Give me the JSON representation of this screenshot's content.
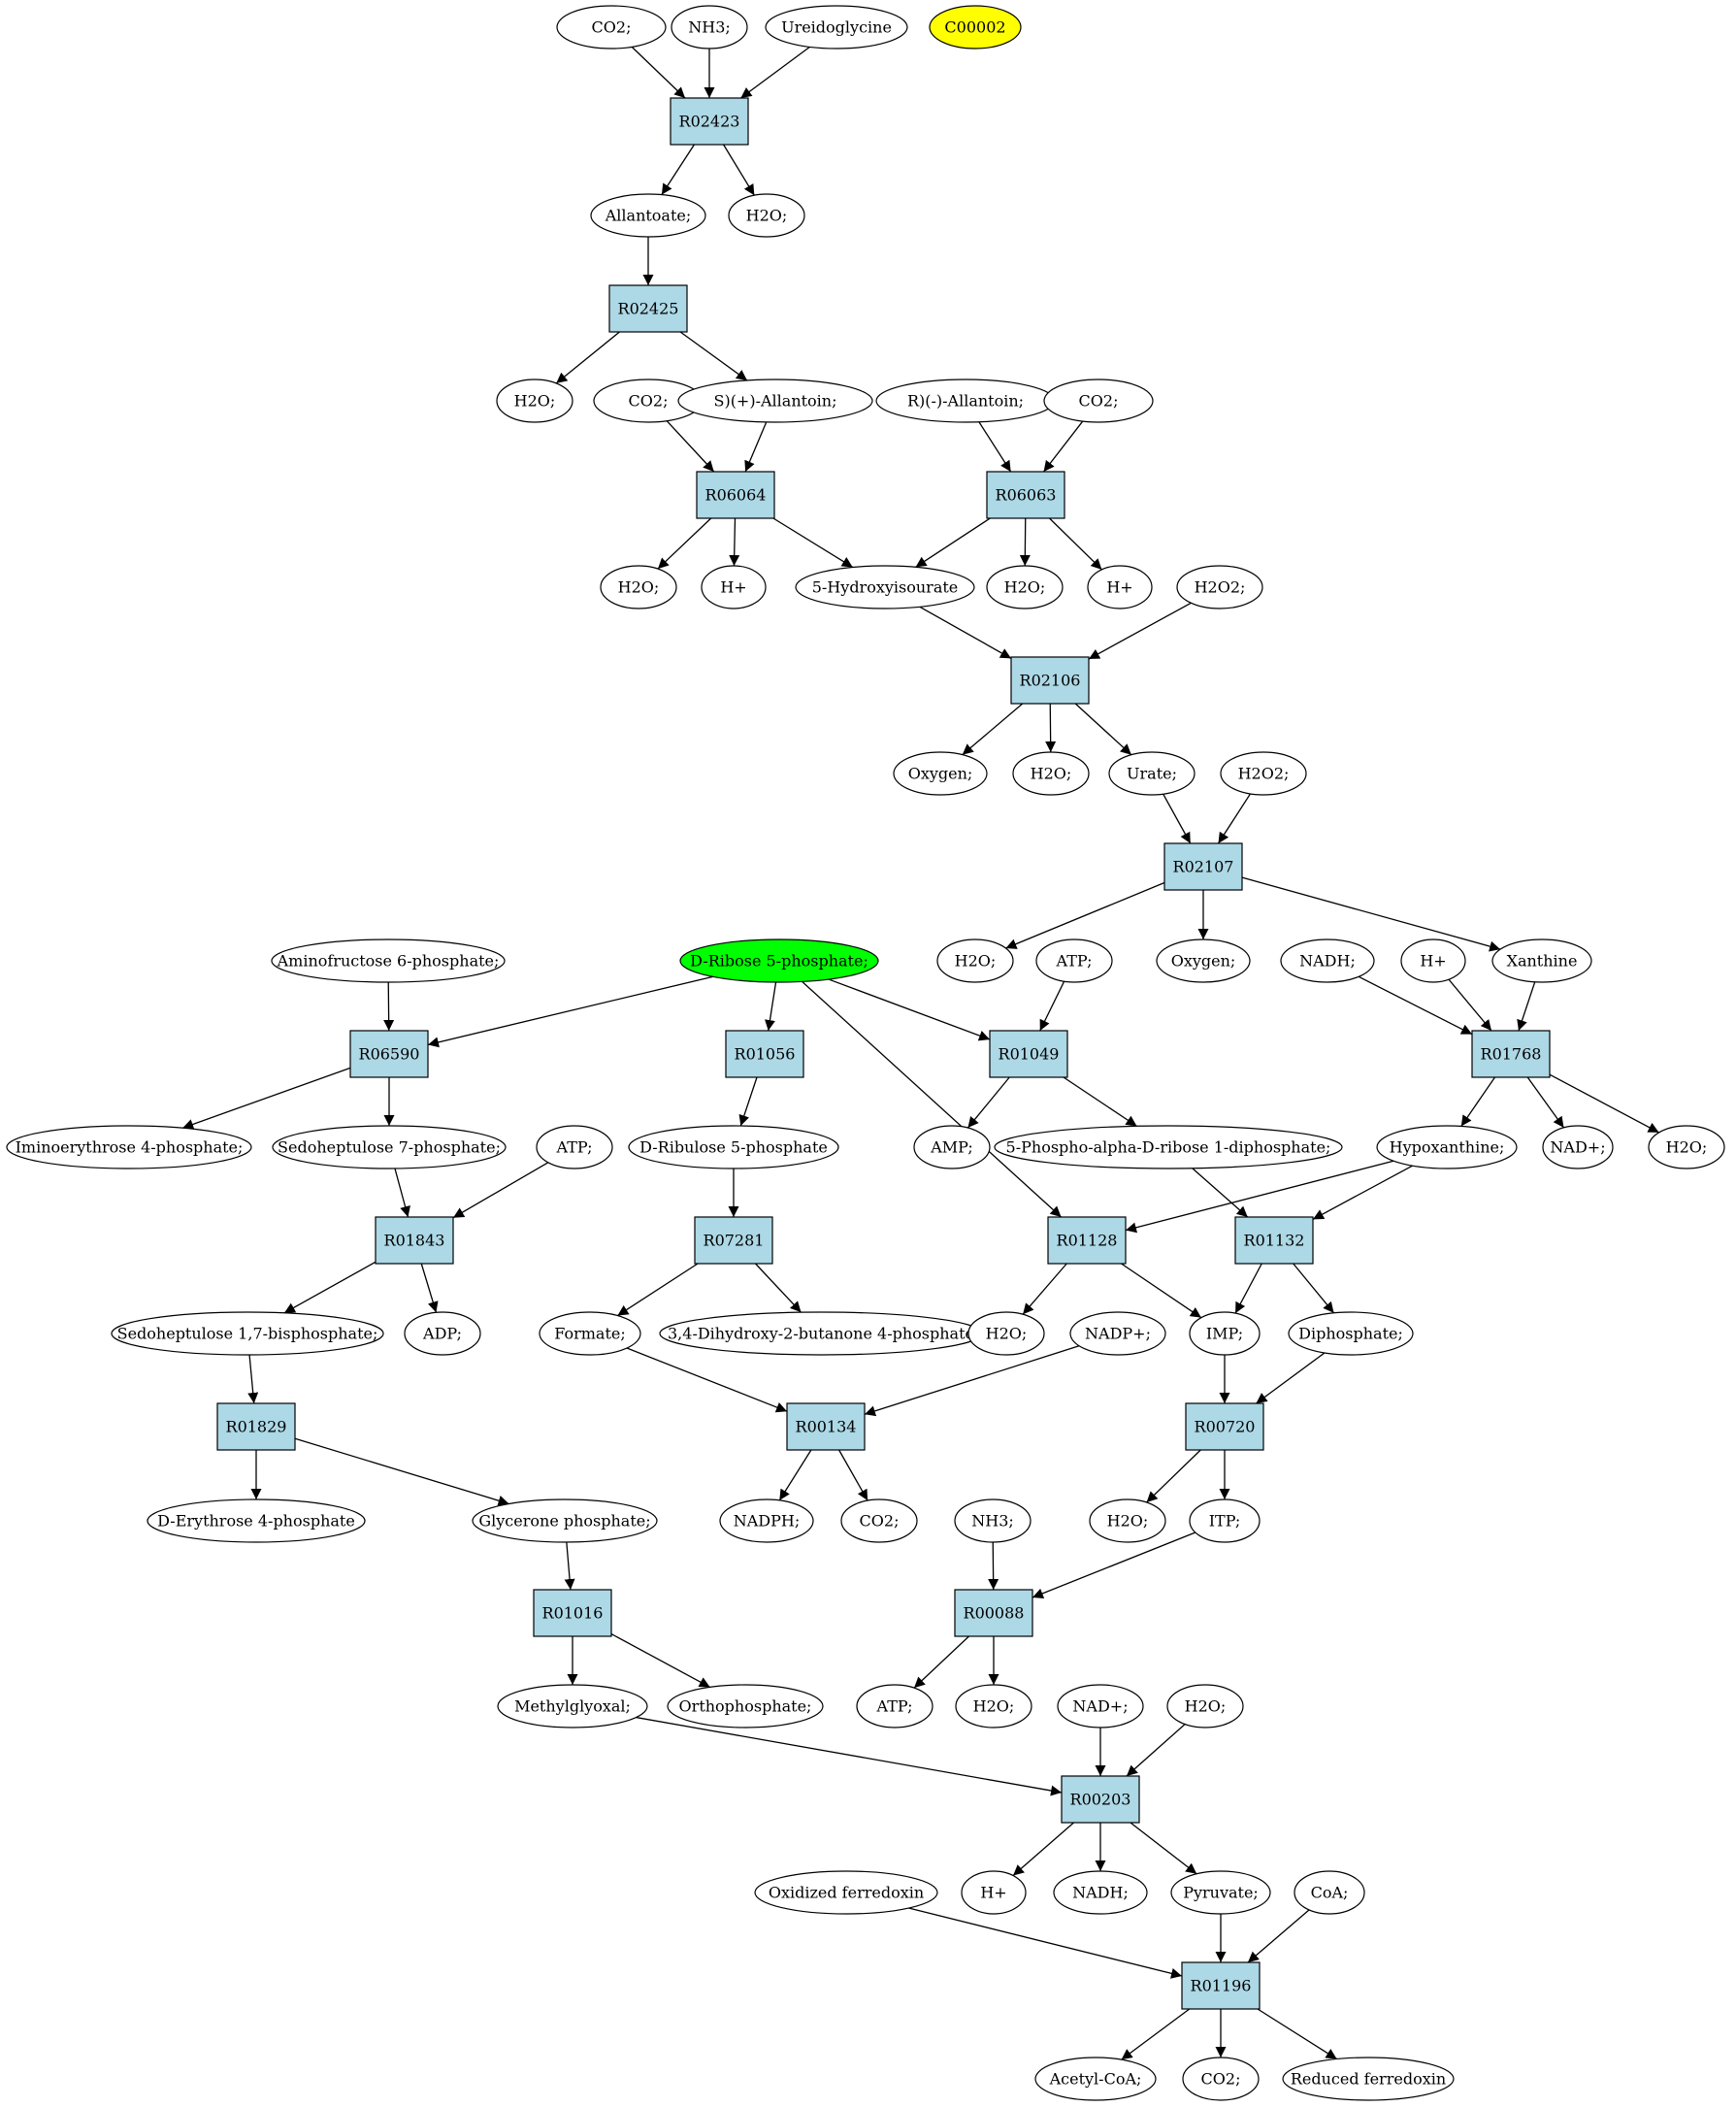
{
  "colors": {
    "reaction_fill": "#add8e6",
    "compound_fill": "#ffffff",
    "highlight_yellow": "#ffff00",
    "highlight_green": "#00ff00"
  },
  "nodes": [
    {
      "id": "n_co2_a",
      "label": "CO2;",
      "shape": "ellipse",
      "fill": "#ffffff"
    },
    {
      "id": "n_nh3_a",
      "label": "NH3;",
      "shape": "ellipse",
      "fill": "#ffffff"
    },
    {
      "id": "n_ureido",
      "label": "Ureidoglycine",
      "shape": "ellipse",
      "fill": "#ffffff"
    },
    {
      "id": "n_c00002",
      "label": "C00002",
      "shape": "ellipse",
      "fill": "#ffff00"
    },
    {
      "id": "R02423",
      "label": "R02423",
      "shape": "box"
    },
    {
      "id": "n_allantoate",
      "label": "Allantoate;",
      "shape": "ellipse",
      "fill": "#ffffff"
    },
    {
      "id": "n_h2o_a",
      "label": "H2O;",
      "shape": "ellipse",
      "fill": "#ffffff"
    },
    {
      "id": "R02425",
      "label": "R02425",
      "shape": "box"
    },
    {
      "id": "n_h2o_b",
      "label": "H2O;",
      "shape": "ellipse",
      "fill": "#ffffff"
    },
    {
      "id": "n_co2_b",
      "label": "CO2;",
      "shape": "ellipse",
      "fill": "#ffffff"
    },
    {
      "id": "n_sallantoin",
      "label": "S)(+)-Allantoin;",
      "shape": "ellipse",
      "fill": "#ffffff"
    },
    {
      "id": "n_rallantoin",
      "label": "R)(-)-Allantoin;",
      "shape": "ellipse",
      "fill": "#ffffff"
    },
    {
      "id": "n_co2_c",
      "label": "CO2;",
      "shape": "ellipse",
      "fill": "#ffffff"
    },
    {
      "id": "R06064",
      "label": "R06064",
      "shape": "box"
    },
    {
      "id": "R06063",
      "label": "R06063",
      "shape": "box"
    },
    {
      "id": "n_h2o_c",
      "label": "H2O;",
      "shape": "ellipse",
      "fill": "#ffffff"
    },
    {
      "id": "n_hplus_a",
      "label": "H+",
      "shape": "ellipse",
      "fill": "#ffffff"
    },
    {
      "id": "n_5hydroxy",
      "label": "5-Hydroxyisourate",
      "shape": "ellipse",
      "fill": "#ffffff"
    },
    {
      "id": "n_h2o_d",
      "label": "H2O;",
      "shape": "ellipse",
      "fill": "#ffffff"
    },
    {
      "id": "n_hplus_b",
      "label": "H+",
      "shape": "ellipse",
      "fill": "#ffffff"
    },
    {
      "id": "n_h2o2_a",
      "label": "H2O2;",
      "shape": "ellipse",
      "fill": "#ffffff"
    },
    {
      "id": "R02106",
      "label": "R02106",
      "shape": "box"
    },
    {
      "id": "n_oxygen_a",
      "label": "Oxygen;",
      "shape": "ellipse",
      "fill": "#ffffff"
    },
    {
      "id": "n_h2o_e",
      "label": "H2O;",
      "shape": "ellipse",
      "fill": "#ffffff"
    },
    {
      "id": "n_urate",
      "label": "Urate;",
      "shape": "ellipse",
      "fill": "#ffffff"
    },
    {
      "id": "n_h2o2_b",
      "label": "H2O2;",
      "shape": "ellipse",
      "fill": "#ffffff"
    },
    {
      "id": "R02107",
      "label": "R02107",
      "shape": "box"
    },
    {
      "id": "n_aminofructose",
      "label": "Aminofructose 6-phosphate;",
      "shape": "ellipse",
      "fill": "#ffffff"
    },
    {
      "id": "n_dribose5p",
      "label": "D-Ribose 5-phosphate;",
      "shape": "ellipse",
      "fill": "#00ff00"
    },
    {
      "id": "n_h2o_f",
      "label": "H2O;",
      "shape": "ellipse",
      "fill": "#ffffff"
    },
    {
      "id": "n_atp_a",
      "label": "ATP;",
      "shape": "ellipse",
      "fill": "#ffffff"
    },
    {
      "id": "n_oxygen_b",
      "label": "Oxygen;",
      "shape": "ellipse",
      "fill": "#ffffff"
    },
    {
      "id": "n_nadh_a",
      "label": "NADH;",
      "shape": "ellipse",
      "fill": "#ffffff"
    },
    {
      "id": "n_hplus_c",
      "label": "H+",
      "shape": "ellipse",
      "fill": "#ffffff"
    },
    {
      "id": "n_xanthine",
      "label": "Xanthine",
      "shape": "ellipse",
      "fill": "#ffffff"
    },
    {
      "id": "R06590",
      "label": "R06590",
      "shape": "box"
    },
    {
      "id": "R01056",
      "label": "R01056",
      "shape": "box"
    },
    {
      "id": "R01049",
      "label": "R01049",
      "shape": "box"
    },
    {
      "id": "R01768",
      "label": "R01768",
      "shape": "box"
    },
    {
      "id": "n_iminoerythrose",
      "label": "Iminoerythrose 4-phosphate;",
      "shape": "ellipse",
      "fill": "#ffffff"
    },
    {
      "id": "n_sedo7p",
      "label": "Sedoheptulose 7-phosphate;",
      "shape": "ellipse",
      "fill": "#ffffff"
    },
    {
      "id": "n_atp_b",
      "label": "ATP;",
      "shape": "ellipse",
      "fill": "#ffffff"
    },
    {
      "id": "n_dribulose5p",
      "label": "D-Ribulose 5-phosphate",
      "shape": "ellipse",
      "fill": "#ffffff"
    },
    {
      "id": "n_amp",
      "label": "AMP;",
      "shape": "ellipse",
      "fill": "#ffffff"
    },
    {
      "id": "n_prpp",
      "label": "5-Phospho-alpha-D-ribose 1-diphosphate;",
      "shape": "ellipse",
      "fill": "#ffffff"
    },
    {
      "id": "n_hypoxanthine",
      "label": "Hypoxanthine;",
      "shape": "ellipse",
      "fill": "#ffffff"
    },
    {
      "id": "n_nadplus_a",
      "label": "NAD+;",
      "shape": "ellipse",
      "fill": "#ffffff"
    },
    {
      "id": "n_h2o_g",
      "label": "H2O;",
      "shape": "ellipse",
      "fill": "#ffffff"
    },
    {
      "id": "R01843",
      "label": "R01843",
      "shape": "box"
    },
    {
      "id": "R07281",
      "label": "R07281",
      "shape": "box"
    },
    {
      "id": "R01128",
      "label": "R01128",
      "shape": "box"
    },
    {
      "id": "R01132",
      "label": "R01132",
      "shape": "box"
    },
    {
      "id": "n_sedo17bp",
      "label": "Sedoheptulose 1,7-bisphosphate;",
      "shape": "ellipse",
      "fill": "#ffffff"
    },
    {
      "id": "n_adp",
      "label": "ADP;",
      "shape": "ellipse",
      "fill": "#ffffff"
    },
    {
      "id": "n_formate",
      "label": "Formate;",
      "shape": "ellipse",
      "fill": "#ffffff"
    },
    {
      "id": "n_dhbp",
      "label": "3,4-Dihydroxy-2-butanone 4-phosphate",
      "shape": "ellipse",
      "fill": "#ffffff"
    },
    {
      "id": "n_h2o_h",
      "label": "H2O;",
      "shape": "ellipse",
      "fill": "#ffffff"
    },
    {
      "id": "n_nadpplus",
      "label": "NADP+;",
      "shape": "ellipse",
      "fill": "#ffffff"
    },
    {
      "id": "n_imp",
      "label": "IMP;",
      "shape": "ellipse",
      "fill": "#ffffff"
    },
    {
      "id": "n_diphosphate",
      "label": "Diphosphate;",
      "shape": "ellipse",
      "fill": "#ffffff"
    },
    {
      "id": "R01829",
      "label": "R01829",
      "shape": "box"
    },
    {
      "id": "R00134",
      "label": "R00134",
      "shape": "box"
    },
    {
      "id": "R00720",
      "label": "R00720",
      "shape": "box"
    },
    {
      "id": "n_derythrose4p",
      "label": "D-Erythrose 4-phosphate",
      "shape": "ellipse",
      "fill": "#ffffff"
    },
    {
      "id": "n_glycerone",
      "label": "Glycerone phosphate;",
      "shape": "ellipse",
      "fill": "#ffffff"
    },
    {
      "id": "n_nadph",
      "label": "NADPH;",
      "shape": "ellipse",
      "fill": "#ffffff"
    },
    {
      "id": "n_co2_d",
      "label": "CO2;",
      "shape": "ellipse",
      "fill": "#ffffff"
    },
    {
      "id": "n_nh3_b",
      "label": "NH3;",
      "shape": "ellipse",
      "fill": "#ffffff"
    },
    {
      "id": "n_h2o_i",
      "label": "H2O;",
      "shape": "ellipse",
      "fill": "#ffffff"
    },
    {
      "id": "n_itp",
      "label": "ITP;",
      "shape": "ellipse",
      "fill": "#ffffff"
    },
    {
      "id": "R01016",
      "label": "R01016",
      "shape": "box"
    },
    {
      "id": "R00088",
      "label": "R00088",
      "shape": "box"
    },
    {
      "id": "n_methylglyoxal",
      "label": "Methylglyoxal;",
      "shape": "ellipse",
      "fill": "#ffffff"
    },
    {
      "id": "n_orthophosphate",
      "label": "Orthophosphate;",
      "shape": "ellipse",
      "fill": "#ffffff"
    },
    {
      "id": "n_atp_c",
      "label": "ATP;",
      "shape": "ellipse",
      "fill": "#ffffff"
    },
    {
      "id": "n_h2o_j",
      "label": "H2O;",
      "shape": "ellipse",
      "fill": "#ffffff"
    },
    {
      "id": "n_nadplus_b",
      "label": "NAD+;",
      "shape": "ellipse",
      "fill": "#ffffff"
    },
    {
      "id": "n_h2o_k",
      "label": "H2O;",
      "shape": "ellipse",
      "fill": "#ffffff"
    },
    {
      "id": "R00203",
      "label": "R00203",
      "shape": "box"
    },
    {
      "id": "n_oxferredoxin",
      "label": "Oxidized ferredoxin",
      "shape": "ellipse",
      "fill": "#ffffff"
    },
    {
      "id": "n_hplus_d",
      "label": "H+",
      "shape": "ellipse",
      "fill": "#ffffff"
    },
    {
      "id": "n_nadh_b",
      "label": "NADH;",
      "shape": "ellipse",
      "fill": "#ffffff"
    },
    {
      "id": "n_pyruvate",
      "label": "Pyruvate;",
      "shape": "ellipse",
      "fill": "#ffffff"
    },
    {
      "id": "n_coa",
      "label": "CoA;",
      "shape": "ellipse",
      "fill": "#ffffff"
    },
    {
      "id": "R01196",
      "label": "R01196",
      "shape": "box"
    },
    {
      "id": "n_acetylcoa",
      "label": "Acetyl-CoA;",
      "shape": "ellipse",
      "fill": "#ffffff"
    },
    {
      "id": "n_co2_e",
      "label": "CO2;",
      "shape": "ellipse",
      "fill": "#ffffff"
    },
    {
      "id": "n_redferredoxin",
      "label": "Reduced ferredoxin",
      "shape": "ellipse",
      "fill": "#ffffff"
    }
  ],
  "edges": [
    [
      "n_co2_a",
      "R02423"
    ],
    [
      "n_nh3_a",
      "R02423"
    ],
    [
      "n_ureido",
      "R02423"
    ],
    [
      "R02423",
      "n_allantoate"
    ],
    [
      "R02423",
      "n_h2o_a"
    ],
    [
      "n_allantoate",
      "R02425"
    ],
    [
      "R02425",
      "n_h2o_b"
    ],
    [
      "R02425",
      "n_sallantoin"
    ],
    [
      "n_co2_b",
      "R06064"
    ],
    [
      "n_sallantoin",
      "R06064"
    ],
    [
      "n_rallantoin",
      "R06063"
    ],
    [
      "n_co2_c",
      "R06063"
    ],
    [
      "R06064",
      "n_h2o_c"
    ],
    [
      "R06064",
      "n_hplus_a"
    ],
    [
      "R06064",
      "n_5hydroxy"
    ],
    [
      "R06063",
      "n_5hydroxy"
    ],
    [
      "R06063",
      "n_h2o_d"
    ],
    [
      "R06063",
      "n_hplus_b"
    ],
    [
      "n_5hydroxy",
      "R02106"
    ],
    [
      "n_h2o2_a",
      "R02106"
    ],
    [
      "R02106",
      "n_oxygen_a"
    ],
    [
      "R02106",
      "n_h2o_e"
    ],
    [
      "R02106",
      "n_urate"
    ],
    [
      "n_urate",
      "R02107"
    ],
    [
      "n_h2o2_b",
      "R02107"
    ],
    [
      "R02107",
      "n_h2o_f"
    ],
    [
      "R02107",
      "n_oxygen_b"
    ],
    [
      "R02107",
      "n_xanthine"
    ],
    [
      "n_aminofructose",
      "R06590"
    ],
    [
      "n_dribose5p",
      "R06590"
    ],
    [
      "n_dribose5p",
      "R01056"
    ],
    [
      "n_dribose5p",
      "R01049"
    ],
    [
      "n_dribose5p",
      "R01128"
    ],
    [
      "n_atp_a",
      "R01049"
    ],
    [
      "n_nadh_a",
      "R01768"
    ],
    [
      "n_hplus_c",
      "R01768"
    ],
    [
      "n_xanthine",
      "R01768"
    ],
    [
      "R06590",
      "n_iminoerythrose"
    ],
    [
      "R06590",
      "n_sedo7p"
    ],
    [
      "R01056",
      "n_dribulose5p"
    ],
    [
      "R01049",
      "n_amp"
    ],
    [
      "R01049",
      "n_prpp"
    ],
    [
      "R01768",
      "n_hypoxanthine"
    ],
    [
      "R01768",
      "n_nadplus_a"
    ],
    [
      "R01768",
      "n_h2o_g"
    ],
    [
      "n_sedo7p",
      "R01843"
    ],
    [
      "n_atp_b",
      "R01843"
    ],
    [
      "n_dribulose5p",
      "R07281"
    ],
    [
      "n_hypoxanthine",
      "R01128"
    ],
    [
      "n_hypoxanthine",
      "R01132"
    ],
    [
      "n_prpp",
      "R01132"
    ],
    [
      "R01843",
      "n_sedo17bp"
    ],
    [
      "R01843",
      "n_adp"
    ],
    [
      "R07281",
      "n_formate"
    ],
    [
      "R07281",
      "n_dhbp"
    ],
    [
      "R01128",
      "n_h2o_h"
    ],
    [
      "R01128",
      "n_imp"
    ],
    [
      "R01132",
      "n_imp"
    ],
    [
      "R01132",
      "n_diphosphate"
    ],
    [
      "n_sedo17bp",
      "R01829"
    ],
    [
      "n_formate",
      "R00134"
    ],
    [
      "n_nadpplus",
      "R00134"
    ],
    [
      "n_imp",
      "R00720"
    ],
    [
      "n_diphosphate",
      "R00720"
    ],
    [
      "R01829",
      "n_derythrose4p"
    ],
    [
      "R01829",
      "n_glycerone"
    ],
    [
      "R00134",
      "n_nadph"
    ],
    [
      "R00134",
      "n_co2_d"
    ],
    [
      "R00720",
      "n_h2o_i"
    ],
    [
      "R00720",
      "n_itp"
    ],
    [
      "n_glycerone",
      "R01016"
    ],
    [
      "n_nh3_b",
      "R00088"
    ],
    [
      "n_itp",
      "R00088"
    ],
    [
      "R01016",
      "n_methylglyoxal"
    ],
    [
      "R01016",
      "n_orthophosphate"
    ],
    [
      "R00088",
      "n_atp_c"
    ],
    [
      "R00088",
      "n_h2o_j"
    ],
    [
      "n_methylglyoxal",
      "R00203"
    ],
    [
      "n_nadplus_b",
      "R00203"
    ],
    [
      "n_h2o_k",
      "R00203"
    ],
    [
      "R00203",
      "n_hplus_d"
    ],
    [
      "R00203",
      "n_nadh_b"
    ],
    [
      "R00203",
      "n_pyruvate"
    ],
    [
      "n_oxferredoxin",
      "R01196"
    ],
    [
      "n_pyruvate",
      "R01196"
    ],
    [
      "n_coa",
      "R01196"
    ],
    [
      "R01196",
      "n_acetylcoa"
    ],
    [
      "R01196",
      "n_co2_e"
    ],
    [
      "R01196",
      "n_redferredoxin"
    ]
  ]
}
